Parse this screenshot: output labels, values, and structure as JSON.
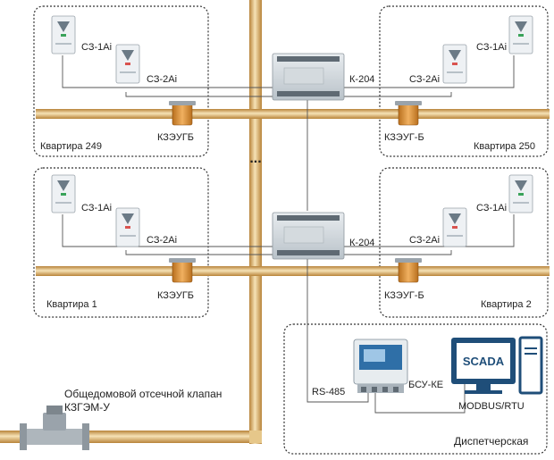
{
  "apartments": {
    "a249": {
      "name": "Квартира 249",
      "sensor1": "СЗ-1Ai",
      "sensor2": "СЗ-2Ai",
      "valve": "КЗЭУГБ"
    },
    "a250": {
      "name": "Квартира 250",
      "sensor1": "СЗ-1Ai",
      "sensor2": "СЗ-2Ai",
      "valve": "КЗЭУГ-Б"
    },
    "a1": {
      "name": "Квартира 1",
      "sensor1": "СЗ-1Ai",
      "sensor2": "СЗ-2Ai",
      "valve": "КЗЭУГБ"
    },
    "a2": {
      "name": "Квартира 2",
      "sensor1": "СЗ-1Ai",
      "sensor2": "СЗ-2Ai",
      "valve": "КЗЭУГ-Б"
    }
  },
  "controllers": {
    "top": "К-204",
    "bottom": "К-204"
  },
  "ellipsis": "...",
  "dispatch": {
    "name": "Диспетчерская",
    "bsu": "БСУ-КЕ",
    "rs485": "RS-485",
    "scada": "SCADA",
    "modbus": "MODBUS/RTU"
  },
  "main_valve": {
    "line1": "Общедомовой отсечной клапан",
    "line2": "КЗГЭМ-У"
  },
  "colors": {
    "pipe": "#c99a4e",
    "pipe_highlight": "#f2dba8",
    "valve": "#d6892c",
    "border": "#444444",
    "wire": "#555555"
  }
}
